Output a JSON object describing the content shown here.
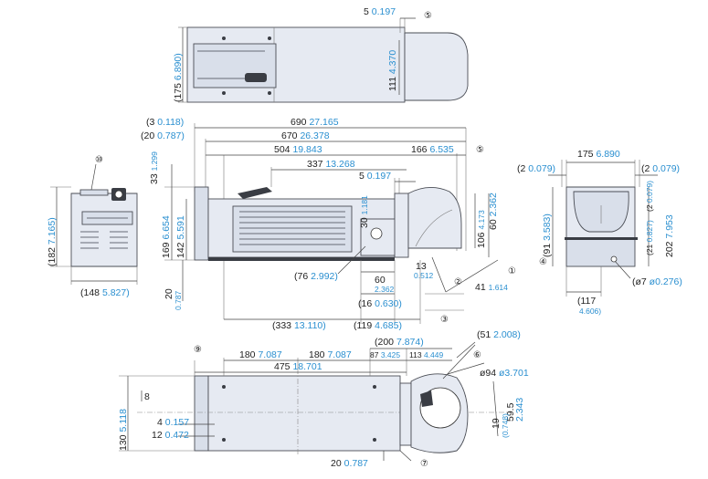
{
  "dimensions": {
    "top_5": [
      "5",
      "0.197"
    ],
    "top_175": [
      "(175",
      "6.890)"
    ],
    "top_111": [
      "111",
      "4.370"
    ],
    "d690": [
      "690",
      "27.165"
    ],
    "d670": [
      "670",
      "26.378"
    ],
    "d504": [
      "504",
      "19.843"
    ],
    "d337": [
      "337",
      "13.268"
    ],
    "d166": [
      "166",
      "6.535"
    ],
    "d5b": [
      "5",
      "0.197"
    ],
    "d3": [
      "(3",
      "0.118)"
    ],
    "d20a": [
      "(20",
      "0.787)"
    ],
    "d33": [
      "33",
      "1.299"
    ],
    "d169": [
      "169",
      "6.654"
    ],
    "d142": [
      "142",
      "5.591"
    ],
    "d30": [
      "30",
      "1.181"
    ],
    "d60": [
      "60",
      "2.362"
    ],
    "d106": [
      "106",
      "4.173"
    ],
    "d13": [
      "13",
      "0.512"
    ],
    "d41": [
      "41",
      "1.614"
    ],
    "d60b": [
      "60",
      "2.362"
    ],
    "d16": [
      "(16",
      "0.630)"
    ],
    "d20b": [
      "20",
      "0.787"
    ],
    "d76": [
      "(76",
      "2.992)"
    ],
    "d333": [
      "(333",
      "13.110)"
    ],
    "d119": [
      "(119",
      "4.685)"
    ],
    "d182": [
      "(182",
      "7.165)"
    ],
    "d148": [
      "(148",
      "5.827)"
    ],
    "r175": [
      "175",
      "6.890"
    ],
    "r2a": [
      "(2",
      "0.079)"
    ],
    "r2b": [
      "(2",
      "0.079)"
    ],
    "r91": [
      "(91",
      "3.583)"
    ],
    "r202": [
      "202",
      "7.953"
    ],
    "r2c": [
      "(2",
      "0.079)"
    ],
    "r21": [
      "(21",
      "0.827)"
    ],
    "r7": [
      "(ø7",
      "ø0.276)"
    ],
    "r117": [
      "(117",
      "4.606)"
    ],
    "b180a": [
      "180",
      "7.087"
    ],
    "b180b": [
      "180",
      "7.087"
    ],
    "b200": [
      "(200",
      "7.874)"
    ],
    "b87": [
      "87",
      "3.425"
    ],
    "b113": [
      "113",
      "4.449"
    ],
    "b475": [
      "475",
      "18.701"
    ],
    "b51": [
      "(51",
      "2.008)"
    ],
    "b94": [
      "ø94",
      "ø3.701"
    ],
    "b59": [
      "59.5",
      "2.343"
    ],
    "b19": [
      "19",
      "(0.748)"
    ],
    "b130": [
      "130",
      "5.118"
    ],
    "b8": [
      "8",
      ""
    ],
    "b4": [
      "4",
      "0.157"
    ],
    "b12": [
      "12",
      "0.472"
    ],
    "b20": [
      "20",
      "0.787"
    ]
  },
  "callouts": {
    "c1": "①",
    "c2": "②",
    "c3": "③",
    "c4": "④",
    "c5a": "⑤",
    "c5b": "⑤",
    "c6": "⑥",
    "c7": "⑦",
    "c9": "⑨",
    "c10": "⑩"
  }
}
